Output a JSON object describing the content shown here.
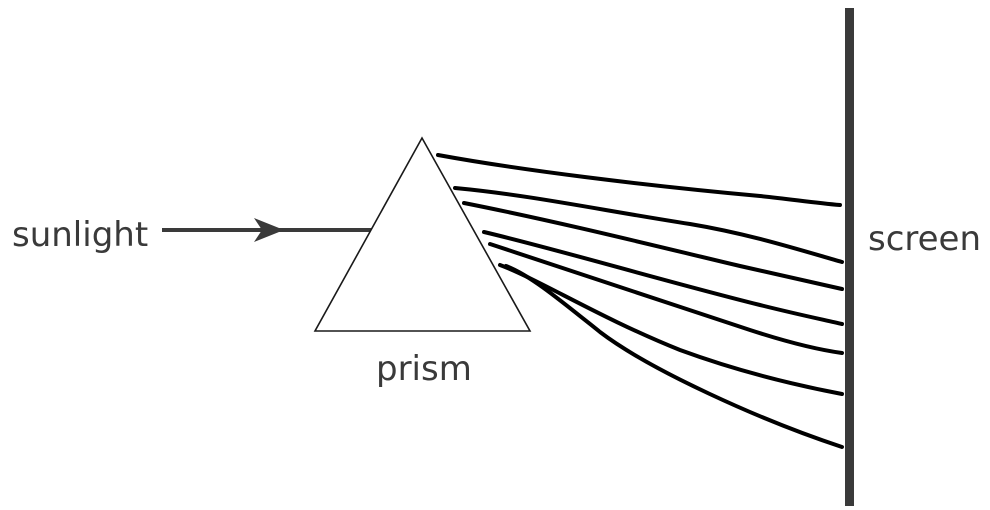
{
  "labels": {
    "source": "sunlight",
    "prism": "prism",
    "screen": "screen"
  },
  "colors": {
    "text": "#3a3a3a",
    "incident_ray": "#3a3a3a",
    "prism_outline": "#000000",
    "dispersed_rays": "#000000",
    "screen": "#3a3a3a"
  },
  "dispersed_ray_count": 7
}
